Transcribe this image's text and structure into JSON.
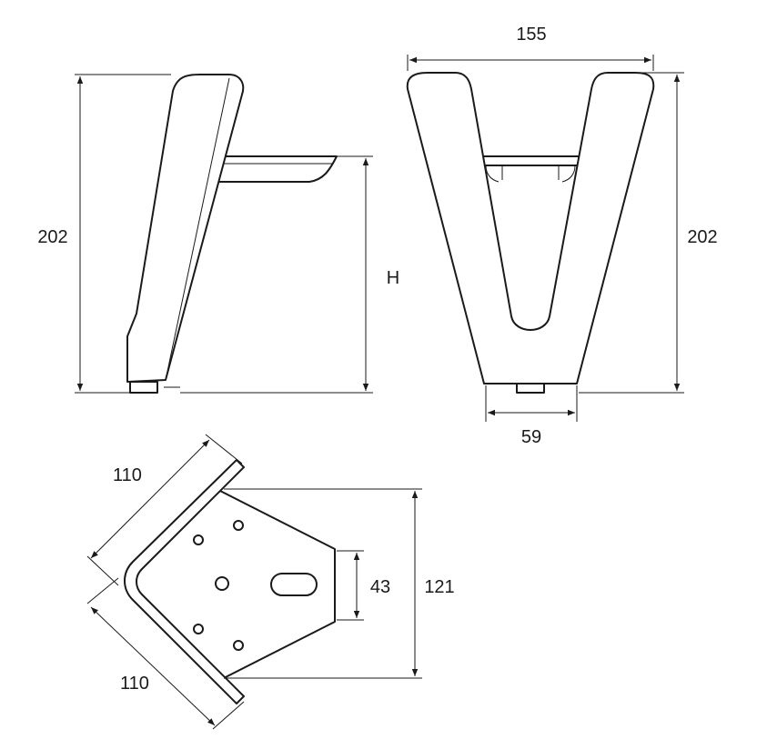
{
  "side_view": {
    "height_label": "202",
    "variable_height_label": "H"
  },
  "front_view": {
    "width_label": "155",
    "height_label": "202",
    "foot_width_label": "59"
  },
  "top_view": {
    "side_a_label": "110",
    "side_b_label": "110",
    "plate_depth_label": "121",
    "slot_spacing_label": "43"
  }
}
